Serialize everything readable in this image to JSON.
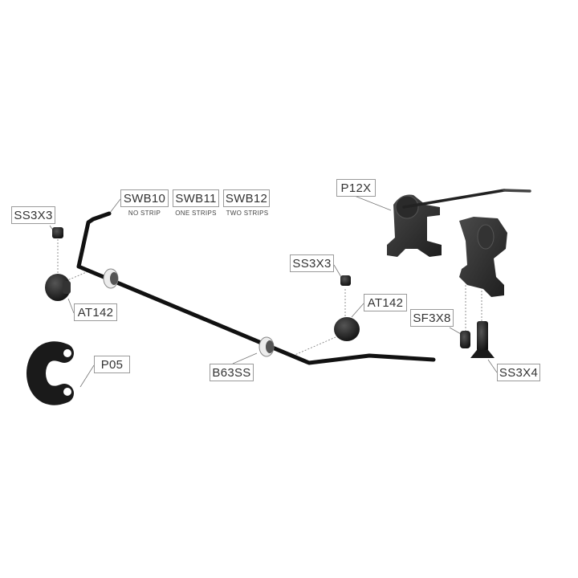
{
  "labels": {
    "ss3x3_left": "SS3X3",
    "swb10": "SWB10",
    "swb10_note": "NO STRIP",
    "swb11": "SWB11",
    "swb11_note": "ONE STRIPS",
    "swb12": "SWB12",
    "swb12_note": "TWO STRIPS",
    "at142_left": "AT142",
    "p05": "P05",
    "b63ss": "B63SS",
    "p12x": "P12X",
    "ss3x3_mid": "SS3X3",
    "at142_right": "AT142",
    "sf3x8": "SF3X8",
    "ss3x4": "SS3X4"
  }
}
